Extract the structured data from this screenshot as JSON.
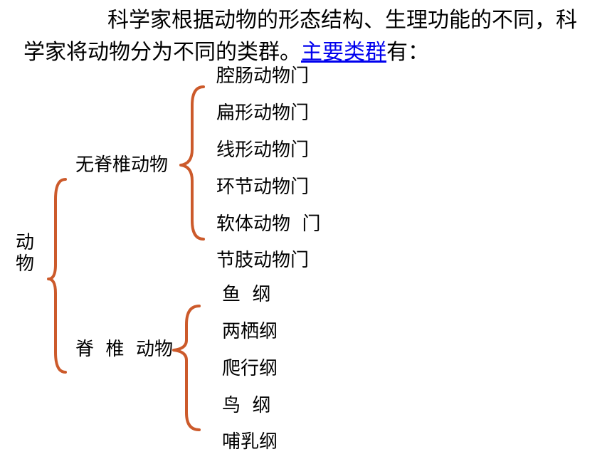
{
  "intro": {
    "text_before": "科学家根据动物的形态结构、生理功能的不同，科学家将动物分为不同的类群。",
    "link": "主要类群",
    "text_after": "有："
  },
  "tree": {
    "root": [
      "动",
      "物"
    ],
    "invertebrate": {
      "label": "无脊椎动物",
      "phyla": [
        "腔肠动物门",
        "扁形动物门",
        "线形动物门",
        "环节动物门",
        "软体动物  门",
        "节肢动物门"
      ]
    },
    "vertebrate": {
      "label": "脊  椎  动物",
      "classes": [
        "鱼  纲",
        "两栖纲",
        "爬行纲",
        "鸟  纲",
        "哺乳纲"
      ]
    }
  },
  "colors": {
    "brace": "#cc5a2b",
    "link": "#0000ee"
  }
}
